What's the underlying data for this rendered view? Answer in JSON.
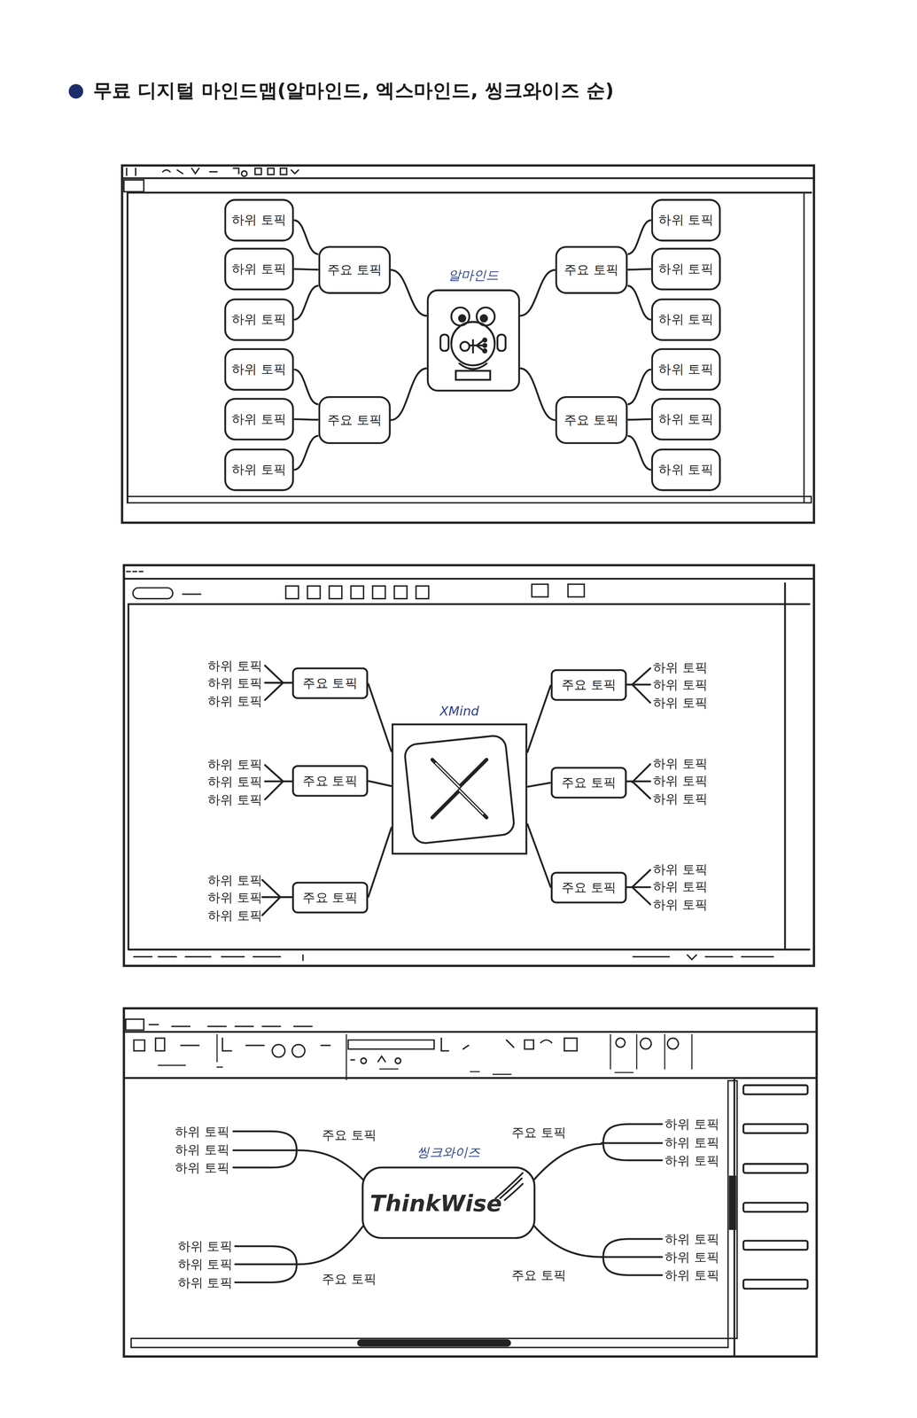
{
  "diagram": {
    "title": "무료 디지털 마인드맵(알마인드, 엑스마인드, 씽크와이즈 순)",
    "nodes": [
      {
        "text": [
          "알마인드"
        ]
      },
      {
        "text": [
          "주요 토픽"
        ]
      },
      {
        "text": [
          "하위 토픽"
        ]
      },
      {
        "text": [
          "하위 토픽"
        ]
      },
      {
        "text": [
          "하위 토픽"
        ]
      },
      {
        "text": [
          "주요 토픽"
        ]
      },
      {
        "text": [
          "하위 토픽"
        ]
      },
      {
        "text": [
          "하위 토픽"
        ]
      },
      {
        "text": [
          "하위 토픽"
        ]
      },
      {
        "text": [
          "주요 토픽"
        ]
      },
      {
        "text": [
          "하위 토픽"
        ]
      },
      {
        "text": [
          "하위 토픽"
        ]
      },
      {
        "text": [
          "하위 토픽"
        ]
      },
      {
        "text": [
          "주요 토픽"
        ]
      },
      {
        "text": [
          "하위 토픽"
        ]
      },
      {
        "text": [
          "하위 토픽"
        ]
      },
      {
        "text": [
          "하위 토픽"
        ]
      },
      {
        "text": [
          "XMind"
        ]
      },
      {
        "text": [
          "주요 토픽"
        ]
      },
      {
        "text": [
          "주요 토픽"
        ]
      },
      {
        "text": [
          "주요 토픽"
        ]
      },
      {
        "text": [
          "주요 토픽"
        ]
      },
      {
        "text": [
          "주요 토픽"
        ]
      },
      {
        "text": [
          "주요 토픽"
        ]
      },
      {
        "text": [
          "씽크와이즈",
          "ThinkWise"
        ]
      }
    ],
    "edges": [
      {
        "from": 0,
        "to": 1,
        "arrow": "none"
      },
      {
        "from": 0,
        "to": 5,
        "arrow": "none"
      },
      {
        "from": 0,
        "to": 9,
        "arrow": "none"
      },
      {
        "from": 0,
        "to": 13,
        "arrow": "none"
      },
      {
        "from": 1,
        "to": 2,
        "arrow": "none"
      },
      {
        "from": 1,
        "to": 3,
        "arrow": "none"
      },
      {
        "from": 1,
        "to": 4,
        "arrow": "none"
      },
      {
        "from": 5,
        "to": 6,
        "arrow": "none"
      },
      {
        "from": 5,
        "to": 7,
        "arrow": "none"
      },
      {
        "from": 5,
        "to": 8,
        "arrow": "none"
      },
      {
        "from": 9,
        "to": 10,
        "arrow": "none"
      },
      {
        "from": 9,
        "to": 11,
        "arrow": "none"
      },
      {
        "from": 9,
        "to": 12,
        "arrow": "none"
      },
      {
        "from": 13,
        "to": 14,
        "arrow": "none"
      },
      {
        "from": 13,
        "to": 15,
        "arrow": "none"
      },
      {
        "from": 13,
        "to": 16,
        "arrow": "none"
      },
      {
        "from": 17,
        "to": 18,
        "arrow": "none"
      },
      {
        "from": 17,
        "to": 19,
        "arrow": "none"
      },
      {
        "from": 17,
        "to": 20,
        "arrow": "none"
      },
      {
        "from": 17,
        "to": 21,
        "arrow": "none"
      },
      {
        "from": 17,
        "to": 22,
        "arrow": "none"
      },
      {
        "from": 17,
        "to": 23,
        "arrow": "none"
      }
    ],
    "labels": [
      "하위 토픽",
      "하위 토픽",
      "하위 토픽",
      "하위 토픽",
      "하위 토픽",
      "하위 토픽",
      "하위 토픽",
      "하위 토픽",
      "하위 토픽",
      "하위 토픽",
      "하위 토픽",
      "하위 토픽",
      "하위 토픽",
      "하위 토픽",
      "하위 토픽",
      "하위 토픽",
      "하위 토픽",
      "하위 토픽",
      "주요 토픽",
      "주요 토픽",
      "주요 토픽",
      "주요 토픽",
      "하위 토픽",
      "하위 토픽",
      "하위 토픽",
      "하위 토픽",
      "하위 토픽",
      "하위 토픽",
      "하위 토픽",
      "하위 토픽",
      "하위 토픽",
      "하위 토픽",
      "하위 토픽",
      "하위 토픽"
    ]
  }
}
